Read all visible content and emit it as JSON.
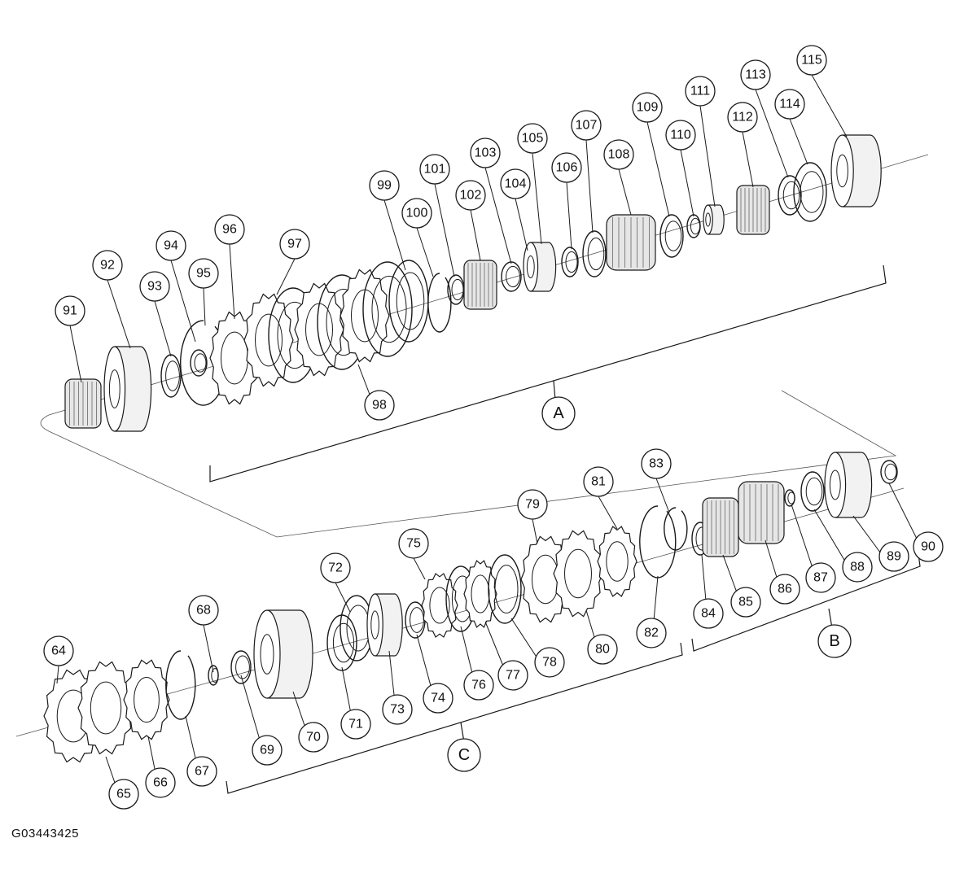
{
  "figure_id": "G03443425",
  "section_labels": [
    "A",
    "B",
    "C"
  ],
  "callouts": [
    {
      "label": "64"
    },
    {
      "label": "65"
    },
    {
      "label": "66"
    },
    {
      "label": "67"
    },
    {
      "label": "68"
    },
    {
      "label": "69"
    },
    {
      "label": "70"
    },
    {
      "label": "71"
    },
    {
      "label": "72"
    },
    {
      "label": "73"
    },
    {
      "label": "74"
    },
    {
      "label": "75"
    },
    {
      "label": "76"
    },
    {
      "label": "77"
    },
    {
      "label": "78"
    },
    {
      "label": "79"
    },
    {
      "label": "80"
    },
    {
      "label": "81"
    },
    {
      "label": "82"
    },
    {
      "label": "83"
    },
    {
      "label": "84"
    },
    {
      "label": "85"
    },
    {
      "label": "86"
    },
    {
      "label": "87"
    },
    {
      "label": "88"
    },
    {
      "label": "89"
    },
    {
      "label": "90"
    },
    {
      "label": "91"
    },
    {
      "label": "92"
    },
    {
      "label": "93"
    },
    {
      "label": "94"
    },
    {
      "label": "95"
    },
    {
      "label": "96"
    },
    {
      "label": "97"
    },
    {
      "label": "98"
    },
    {
      "label": "99"
    },
    {
      "label": "100"
    },
    {
      "label": "101"
    },
    {
      "label": "102"
    },
    {
      "label": "103"
    },
    {
      "label": "104"
    },
    {
      "label": "105"
    },
    {
      "label": "106"
    },
    {
      "label": "107"
    },
    {
      "label": "108"
    },
    {
      "label": "109"
    },
    {
      "label": "110"
    },
    {
      "label": "111"
    },
    {
      "label": "112"
    },
    {
      "label": "113"
    },
    {
      "label": "114"
    },
    {
      "label": "115"
    }
  ]
}
